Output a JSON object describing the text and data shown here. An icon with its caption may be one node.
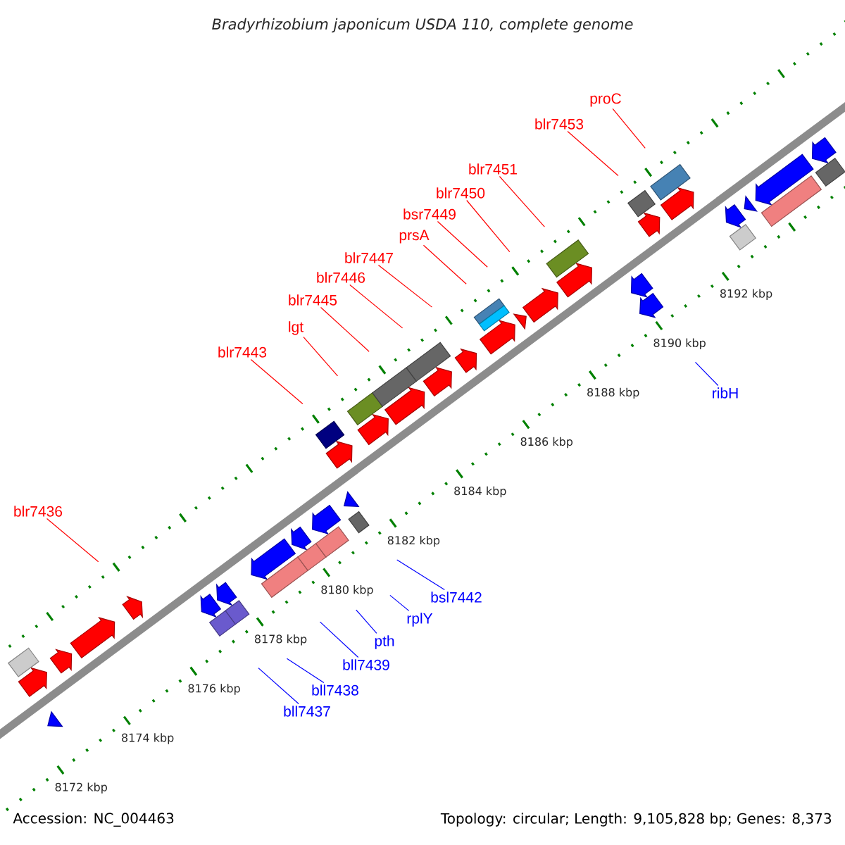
{
  "diagram": {
    "title": "Bradyrhizobium japonicum USDA 110, complete genome",
    "nodes": [
      {
        "text": [
          "proC"
        ]
      },
      {
        "text": [
          "blr7453"
        ]
      },
      {
        "text": [
          "blr7451"
        ]
      },
      {
        "text": [
          "blr7450"
        ]
      },
      {
        "text": [
          "bsr7449"
        ]
      },
      {
        "text": [
          "prsA"
        ]
      },
      {
        "text": [
          "blr7447"
        ]
      },
      {
        "text": [
          "blr7446"
        ]
      },
      {
        "text": [
          "blr7445"
        ]
      },
      {
        "text": [
          "lgt"
        ]
      },
      {
        "text": [
          "blr7443"
        ]
      },
      {
        "text": [
          "ribH"
        ]
      },
      {
        "text": [
          "blr7436"
        ]
      },
      {
        "text": [
          "bsl7442"
        ]
      },
      {
        "text": [
          "rplY"
        ]
      },
      {
        "text": [
          "pth"
        ]
      },
      {
        "text": [
          "bll7439"
        ]
      },
      {
        "text": [
          "bll7438"
        ]
      },
      {
        "text": [
          "bll7437"
        ]
      }
    ],
    "edges": [
      {
        "from": 0,
        "to": null,
        "arrow": "none"
      },
      {
        "from": 1,
        "to": null,
        "arrow": "none"
      },
      {
        "from": 2,
        "to": null,
        "arrow": "none"
      },
      {
        "from": 3,
        "to": null,
        "arrow": "none"
      },
      {
        "from": 4,
        "to": null,
        "arrow": "none"
      },
      {
        "from": 5,
        "to": null,
        "arrow": "none"
      },
      {
        "from": 6,
        "to": null,
        "arrow": "none"
      },
      {
        "from": 7,
        "to": null,
        "arrow": "none"
      },
      {
        "from": 8,
        "to": null,
        "arrow": "none"
      },
      {
        "from": 9,
        "to": null,
        "arrow": "none"
      },
      {
        "from": 10,
        "to": null,
        "arrow": "none"
      },
      {
        "from": 11,
        "to": null,
        "arrow": "none",
        "color": "#0000ff"
      },
      {
        "from": 12,
        "to": null,
        "arrow": "none"
      },
      {
        "from": 13,
        "to": null,
        "arrow": "none",
        "color": "#0000ff"
      },
      {
        "from": 14,
        "to": null,
        "arrow": "none",
        "color": "#0000ff"
      },
      {
        "from": 15,
        "to": null,
        "arrow": "none",
        "color": "#0000ff"
      },
      {
        "from": 16,
        "to": null,
        "arrow": "none",
        "color": "#0000ff"
      },
      {
        "from": 17,
        "to": null,
        "arrow": "none",
        "color": "#0000ff"
      },
      {
        "from": 18,
        "to": null,
        "arrow": "none",
        "color": "#0000ff"
      }
    ],
    "labels": [
      "8192 kbp",
      "8190 kbp",
      "8188 kbp",
      "8186 kbp",
      "8184 kbp",
      "8182 kbp",
      "8180 kbp",
      "8178 kbp",
      "8176 kbp",
      "8174 kbp",
      "8172 kbp",
      "Accession: NC_004463",
      "Topology: circular; Length: 9,105,828 bp; Genes: 8,373"
    ]
  }
}
